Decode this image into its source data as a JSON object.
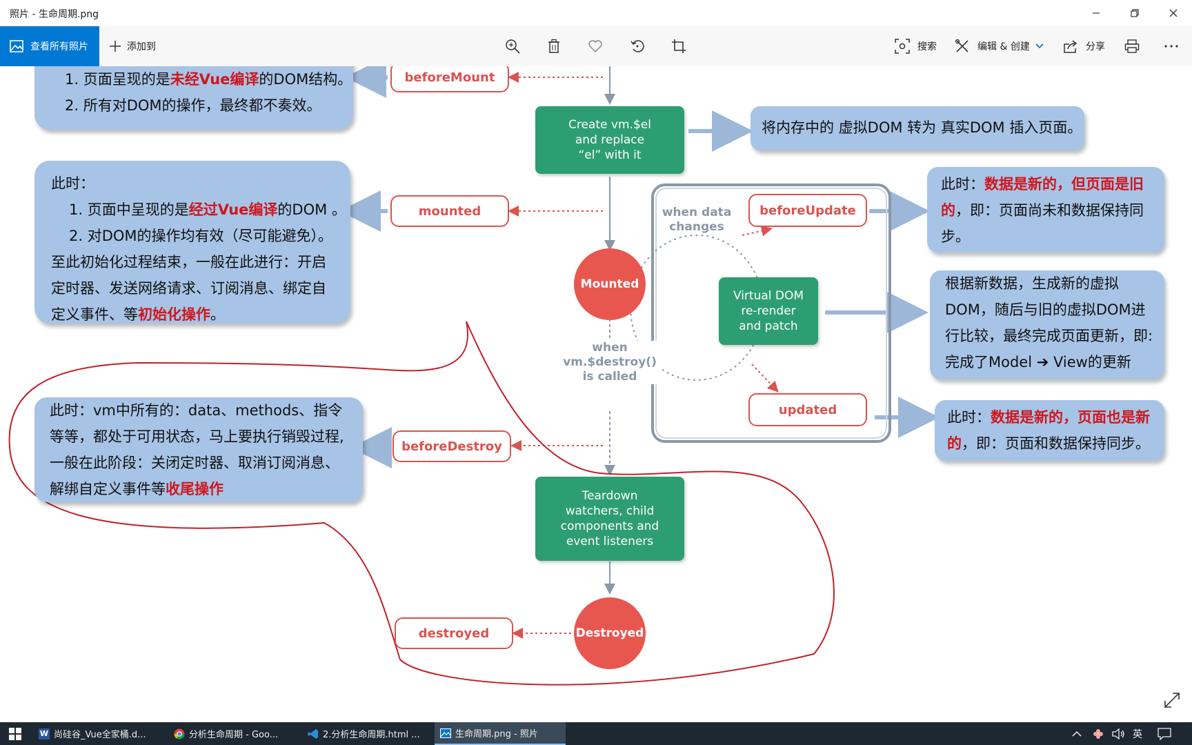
{
  "window": {
    "title": "照片 - 生命周期.png"
  },
  "toolbar": {
    "all_photos_label": "查看所有照片",
    "add_to_label": "添加到",
    "search_label": "搜索",
    "edit_create_label": "编辑 & 创建",
    "share_label": "分享"
  },
  "diagram": {
    "hooks": {
      "beforeMount": "beforeMount",
      "mounted": "mounted",
      "beforeUpdate": "beforeUpdate",
      "updated": "updated",
      "beforeDestroy": "beforeDestroy",
      "destroyed": "destroyed"
    },
    "steps": {
      "create_el": [
        "Create vm.$el",
        "and replace",
        "“el” with it"
      ],
      "vdom_rerender": [
        "Virtual DOM",
        "re-render",
        "and patch"
      ],
      "teardown": [
        "Teardown",
        "watchers, child",
        "components and",
        "event listeners"
      ]
    },
    "states": {
      "mounted": "Mounted",
      "destroyed": "Destroyed"
    },
    "labels": {
      "when_data_changes": [
        "when data",
        "changes"
      ],
      "when_destroy_called": [
        "when",
        "vm.$destroy()",
        "is called"
      ]
    },
    "notes": {
      "before_mount": {
        "line1_prefix": "1. 页面呈现的是",
        "line1_red": "未经Vue编译",
        "line1_suffix": "的DOM结构。",
        "line2": "2. 所有对DOM的操作，最终都不奏效。"
      },
      "mounted_note": {
        "line1": "此时：",
        "line2_prefix": "1. 页面中呈现的是",
        "line2_red": "经过Vue编译",
        "line2_suffix": "的DOM 。",
        "line3": "2. 对DOM的操作均有效（尽可能避免）。",
        "line4": "至此初始化过程结束，一般在此进行：开启",
        "line5": "定时器、发送网络请求、订阅消息、绑定自",
        "line6_prefix": "定义事件、等",
        "line6_red": "初始化操作",
        "line6_suffix": "。"
      },
      "create_el_note": "将内存中的 虚拟DOM 转为 真实DOM 插入页面。",
      "before_update": {
        "line1_prefix": "此时：",
        "line1_red": "数据是新的，但页面是旧",
        "line2_red": "的",
        "line2_suffix": "，即：页面尚未和数据保持同",
        "line3": "步。"
      },
      "vdom_note": {
        "line1": "根据新数据，生成新的虚拟",
        "line2": "DOM，随后与旧的虚拟DOM进",
        "line3": "行比较，最终完成页面更新，即:",
        "line4": "完成了Model ➔ View的更新"
      },
      "updated_note": {
        "line1_prefix": "此时：",
        "line1_red": "数据是新的，页面也是新",
        "line2_red": "的",
        "line2_suffix": "，即：页面和数据保持同步。"
      },
      "before_destroy": {
        "line1": "此时：vm中所有的：data、methods、指令",
        "line2": "等等，都处于可用状态，马上要执行销毁过程,",
        "line3": "一般在此阶段：关闭定时器、取消订阅消息、",
        "line4_prefix": "解绑自定义事件等",
        "line4_red": "收尾操作"
      }
    }
  },
  "taskbar": {
    "tasks": [
      "尚硅谷_Vue全家桶.d...",
      "分析生命周期 - Goo...",
      "2.分析生命周期.html ...",
      "生命周期.png - 照片"
    ],
    "ime": "英"
  },
  "colors": {
    "accent": "#0078d4",
    "bubble": "#a7c4e6",
    "hook_red": "#d9534f",
    "step_green": "#2d9e71",
    "state_circle": "#e8574f"
  }
}
